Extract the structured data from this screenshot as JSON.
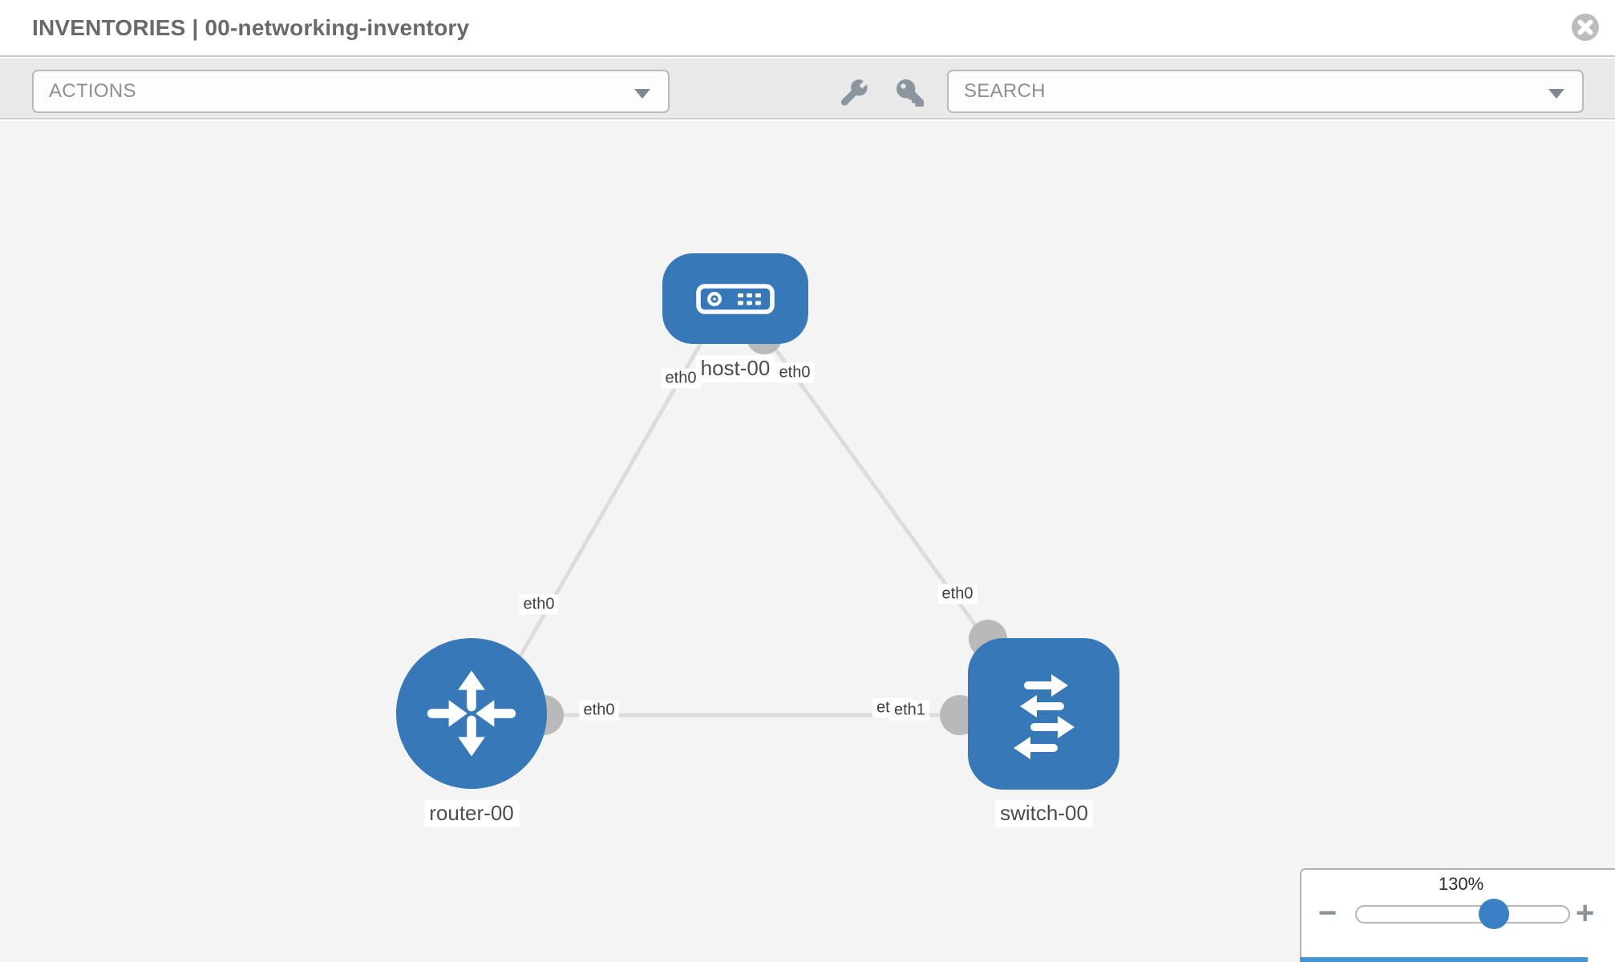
{
  "header": {
    "title": "INVENTORIES | 00-networking-inventory",
    "close_icon": "close"
  },
  "toolbar": {
    "actions_label": "ACTIONS",
    "search_placeholder": "SEARCH",
    "icons": [
      "wrench-icon",
      "key-icon"
    ]
  },
  "topology": {
    "nodes": [
      {
        "id": "host-00",
        "type": "host",
        "icon": "server-icon"
      },
      {
        "id": "router-00",
        "type": "router",
        "icon": "router-arrows-icon"
      },
      {
        "id": "switch-00",
        "type": "switch",
        "icon": "switch-arrows-icon"
      }
    ],
    "links": [
      {
        "source": "host-00",
        "target": "router-00",
        "source_iface": "eth0",
        "target_iface": "eth0"
      },
      {
        "source": "host-00",
        "target": "switch-00",
        "source_iface": "eth0",
        "target_iface": "eth0"
      },
      {
        "source": "router-00",
        "target": "switch-00",
        "source_iface": "eth0",
        "target_iface": "eth1"
      }
    ],
    "labels": {
      "host": "host-00",
      "router": "router-00",
      "switch": "switch-00",
      "host_to_router_iface": "eth0",
      "host_to_switch_iface": "eth0",
      "router_to_host_iface": "eth0",
      "switch_to_host_iface": "eth0",
      "router_to_switch_iface": "eth0",
      "switch_to_router_iface": "eth1",
      "switch_to_router_iface_under": "eth0"
    }
  },
  "zoom_control": {
    "level": "130%",
    "zoom_out": "−",
    "zoom_in": "+"
  },
  "colors": {
    "node_blue": "#3779b8",
    "port_gray": "#b9b9b9",
    "link_gray": "#dcdcdc",
    "canvas_bg": "#f4f4f4",
    "toolbar_bg": "#e9e9e9",
    "slider_thumb_blue": "#3a80c4",
    "bottom_strip_blue": "#4494d4"
  }
}
